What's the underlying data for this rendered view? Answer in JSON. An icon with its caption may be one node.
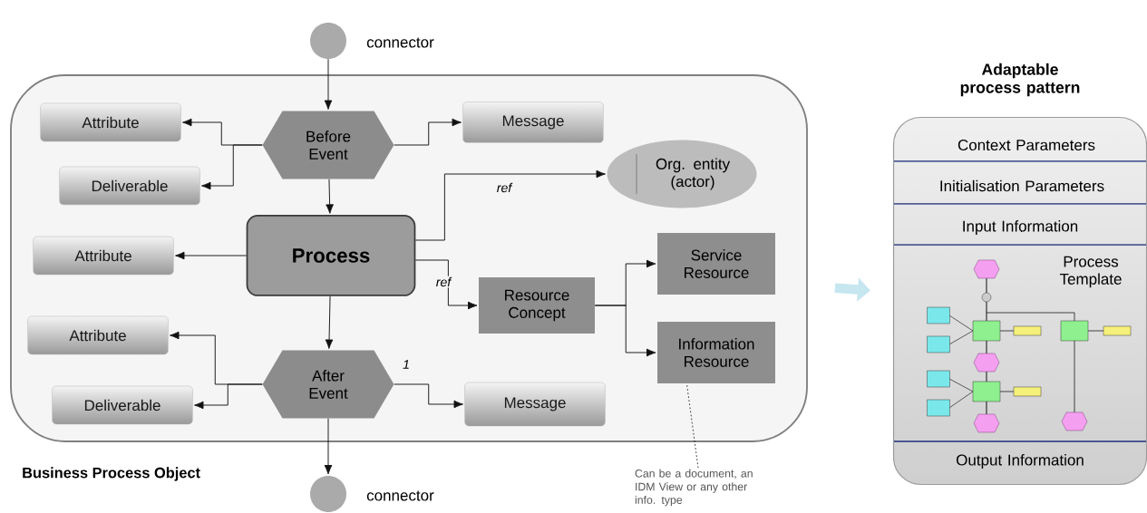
{
  "diagram": {
    "nodes": [
      {
        "text": [],
        "shape": "circle",
        "beside": [
          "connector"
        ]
      },
      {
        "text": [
          "Business Process Object"
        ]
      },
      {
        "text": [
          "Attribute"
        ],
        "in": 1
      },
      {
        "text": [
          "Deliverable"
        ],
        "in": 1
      },
      {
        "text": [
          "Before Event"
        ],
        "in": 1
      },
      {
        "text": [
          "Message"
        ],
        "in": 1
      },
      {
        "text": [
          "Org. entity (actor)"
        ],
        "in": 1
      },
      {
        "text": [
          "Attribute"
        ],
        "in": 1
      },
      {
        "text": [
          "Process"
        ],
        "in": 1
      },
      {
        "text": [
          "Resource Concept"
        ],
        "in": 1
      },
      {
        "text": [
          "Service Resource"
        ],
        "in": 1
      },
      {
        "text": [
          "Information Resource"
        ],
        "in": 1
      },
      {
        "text": [
          "Attribute"
        ],
        "in": 1
      },
      {
        "text": [
          "Deliverable"
        ],
        "in": 1
      },
      {
        "text": [
          "After Event"
        ],
        "in": 1
      },
      {
        "text": [
          "Message"
        ],
        "in": 1
      },
      {
        "text": [],
        "shape": "circle",
        "beside": [
          "connector"
        ]
      },
      {
        "text": [
          "Can be a document, an IDM View or any other info. type"
        ]
      },
      {
        "text": [
          "Adaptable process pattern"
        ]
      },
      {
        "text": [
          "Context Parameters"
        ],
        "in": 18
      },
      {
        "text": [
          "Initialisation Parameters"
        ],
        "in": 18
      },
      {
        "text": [
          "Input Information"
        ],
        "in": 18
      },
      {
        "text": [
          "Process Template"
        ],
        "in": 18
      },
      {
        "text": [
          "Output Information"
        ],
        "in": 18
      }
    ],
    "edges": [
      {
        "from": 0,
        "to": 4,
        "arrow": "to"
      },
      {
        "from": 4,
        "to": 2,
        "arrow": "to"
      },
      {
        "from": 4,
        "to": 3,
        "arrow": "to"
      },
      {
        "from": 4,
        "to": 5,
        "arrow": "to"
      },
      {
        "from": 4,
        "to": 8,
        "arrow": "to"
      },
      {
        "from": 8,
        "to": 6,
        "arrow": "to",
        "label": "ref"
      },
      {
        "from": 8,
        "to": 7,
        "arrow": "to"
      },
      {
        "from": 8,
        "to": 9,
        "arrow": "to",
        "label": "ref"
      },
      {
        "from": 9,
        "to": 10,
        "arrow": "to"
      },
      {
        "from": 9,
        "to": 11,
        "arrow": "to"
      },
      {
        "from": 8,
        "to": 14,
        "arrow": "to"
      },
      {
        "from": 14,
        "to": 12,
        "arrow": "to"
      },
      {
        "from": 14,
        "to": 13,
        "arrow": "to"
      },
      {
        "from": 14,
        "to": 15,
        "arrow": "to",
        "label": "1"
      },
      {
        "from": 14,
        "to": 16,
        "arrow": "to"
      },
      {
        "from": 17,
        "to": 11,
        "arrow": "none",
        "style": "dashed"
      },
      {
        "from": 1,
        "to": 18,
        "arrow": "to",
        "style": "thick",
        "color": "#c6e6f0"
      }
    ]
  }
}
